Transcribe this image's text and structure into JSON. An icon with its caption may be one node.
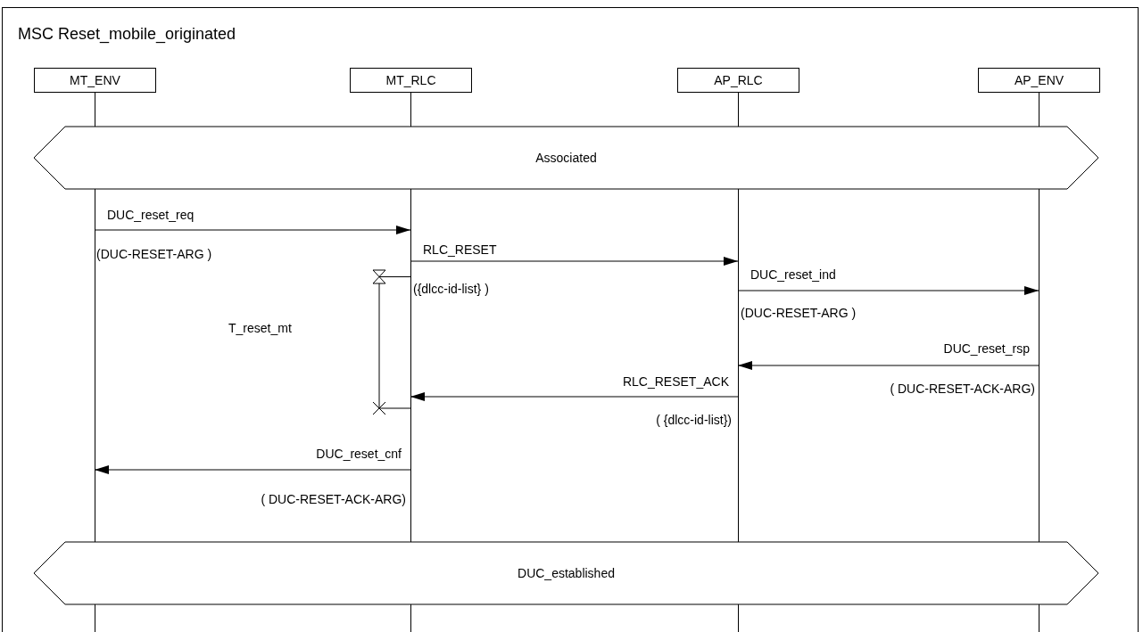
{
  "diagram": {
    "title": "MSC Reset_mobile_originated",
    "nodes": [
      {
        "text": [
          "MT_ENV"
        ]
      },
      {
        "text": [
          "MT_RLC"
        ]
      },
      {
        "text": [
          "AP_RLC"
        ]
      },
      {
        "text": [
          "AP_ENV"
        ]
      },
      {
        "text": [
          "Associated"
        ]
      },
      {
        "text": [
          "DUC_established"
        ]
      }
    ],
    "edges": [
      {
        "from": 0,
        "to": 1,
        "arrow": "to",
        "label": "DUC_reset_req"
      },
      {
        "from": 1,
        "to": 2,
        "arrow": "to",
        "label": "RLC_RESET"
      },
      {
        "from": 2,
        "to": 3,
        "arrow": "to",
        "label": "DUC_reset_ind"
      },
      {
        "from": 3,
        "to": 2,
        "arrow": "to",
        "label": "DUC_reset_rsp"
      },
      {
        "from": 2,
        "to": 1,
        "arrow": "to",
        "label": "RLC_RESET_ACK"
      },
      {
        "from": 1,
        "to": 0,
        "arrow": "to",
        "label": "DUC_reset_cnf"
      }
    ],
    "labels": [
      "(DUC-RESET-ARG )",
      "({dlcc-id-list} )",
      "(DUC-RESET-ARG )",
      "T_reset_mt",
      "( DUC-RESET-ACK-ARG)",
      "( {dlcc-id-list})",
      "( DUC-RESET-ACK-ARG)"
    ]
  }
}
